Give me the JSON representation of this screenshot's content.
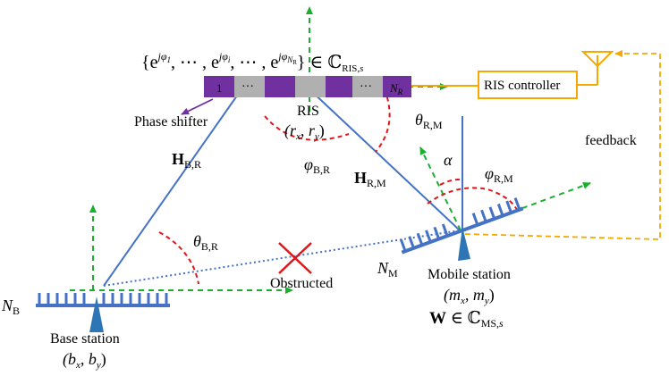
{
  "colors": {
    "blue_line": "#4472C4",
    "array_blue": "#4472C4",
    "green_dashed": "#1AAF2F",
    "red_dashed": "#E0151A",
    "orange": "#F5A800",
    "purple": "#7030A0",
    "gray": "#B0B0B0",
    "purple_arrow": "#7030A0"
  },
  "ris_phase_set": {
    "text_open": "{e",
    "sup1": "jφ",
    "sub1": "1",
    "sep1": ", ⋯ , e",
    "supi": "jφ",
    "subi": "i",
    "sep2": ", ⋯ , e",
    "supN": "jφ",
    "subN": "N",
    "subsubN": "R",
    "close": "} ∈ ℂ",
    "set_sub": "RIS,",
    "set_sub_s": "s"
  },
  "ris_panel": {
    "first_element_label": "1",
    "dots_label": "···",
    "last_element_label": "N",
    "last_element_sub": "R"
  },
  "labels": {
    "phase_shifter": "Phase shifter",
    "ris": "RIS",
    "ris_coord": "(r",
    "ris_coord_x": "x",
    "ris_coord_mid": ", r",
    "ris_coord_y": "y",
    "ris_coord_close": ")",
    "ris_controller": "RIS controller",
    "feedback": "feedback",
    "obstructed": "Obstructed",
    "base_station": "Base station",
    "bs_coord": "(b",
    "bs_coord_x": "x",
    "bs_coord_mid": ", b",
    "bs_coord_y": "y",
    "bs_coord_close": ")",
    "mobile_station": "Mobile station",
    "ms_coord": "(m",
    "ms_coord_x": "x",
    "ms_coord_mid": ", m",
    "ms_coord_y": "y",
    "ms_coord_close": ")",
    "w_bold": "W",
    "w_rest": " ∈ ℂ",
    "w_sub": "MS,",
    "w_sub_s": "s",
    "H_BR": "H",
    "H_BR_sub": "B,R",
    "H_RM": "H",
    "H_RM_sub": "R,M",
    "theta_RM": "θ",
    "theta_RM_sub": "R,M",
    "phi_BR": "φ",
    "phi_BR_sub": "B,R",
    "phi_RM": "φ",
    "phi_RM_sub": "R,M",
    "alpha": "α",
    "theta_BR": "θ",
    "theta_BR_sub": "B,R",
    "N_B": "N",
    "N_B_sub": "B",
    "N_M": "N",
    "N_M_sub": "M"
  }
}
